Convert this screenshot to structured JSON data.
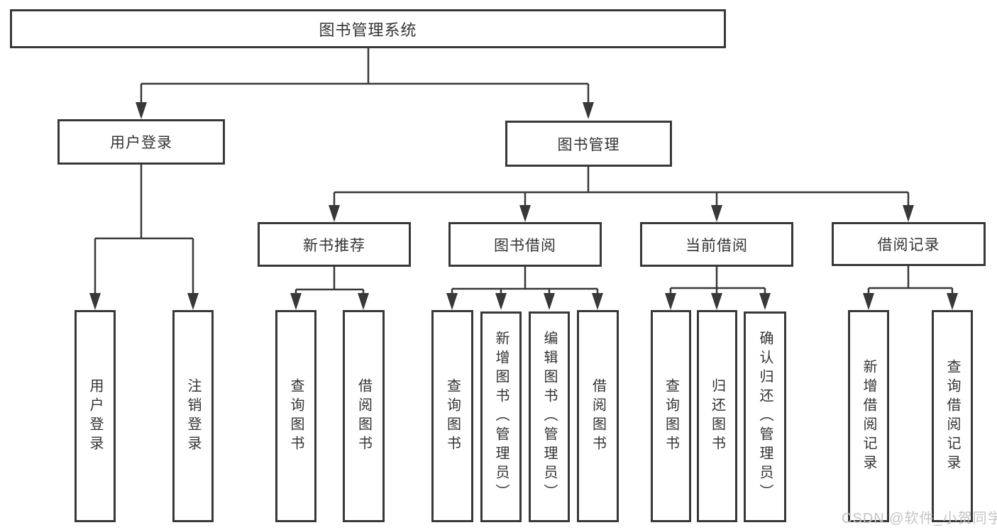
{
  "title": "图书管理系统",
  "colors": {
    "line": "#383838",
    "box_border": "#383838",
    "text": "#333333",
    "watermark": "#c4c4c4",
    "background": "#ffffff"
  },
  "tree": {
    "root": {
      "label": "图书管理系统",
      "children": [
        {
          "label": "用户登录",
          "children": [
            {
              "label": "用户登录"
            },
            {
              "label": "注销登录"
            }
          ]
        },
        {
          "label": "图书管理",
          "children": [
            {
              "label": "新书推荐",
              "children": [
                {
                  "label": "查询图书"
                },
                {
                  "label": "借阅图书"
                }
              ]
            },
            {
              "label": "图书借阅",
              "children": [
                {
                  "label": "查询图书"
                },
                {
                  "label": "新增图书（管理员）"
                },
                {
                  "label": "编辑图书（管理员）"
                },
                {
                  "label": "借阅图书"
                }
              ]
            },
            {
              "label": "当前借阅",
              "children": [
                {
                  "label": "查询图书"
                },
                {
                  "label": "归还图书"
                },
                {
                  "label": "确认归还（管理员）"
                }
              ]
            },
            {
              "label": "借阅记录",
              "children": [
                {
                  "label": "新增借阅记录"
                },
                {
                  "label": "查询借阅记录"
                }
              ]
            }
          ]
        }
      ]
    }
  },
  "watermark": {
    "text": "CSDN @软件_小贺同学"
  }
}
